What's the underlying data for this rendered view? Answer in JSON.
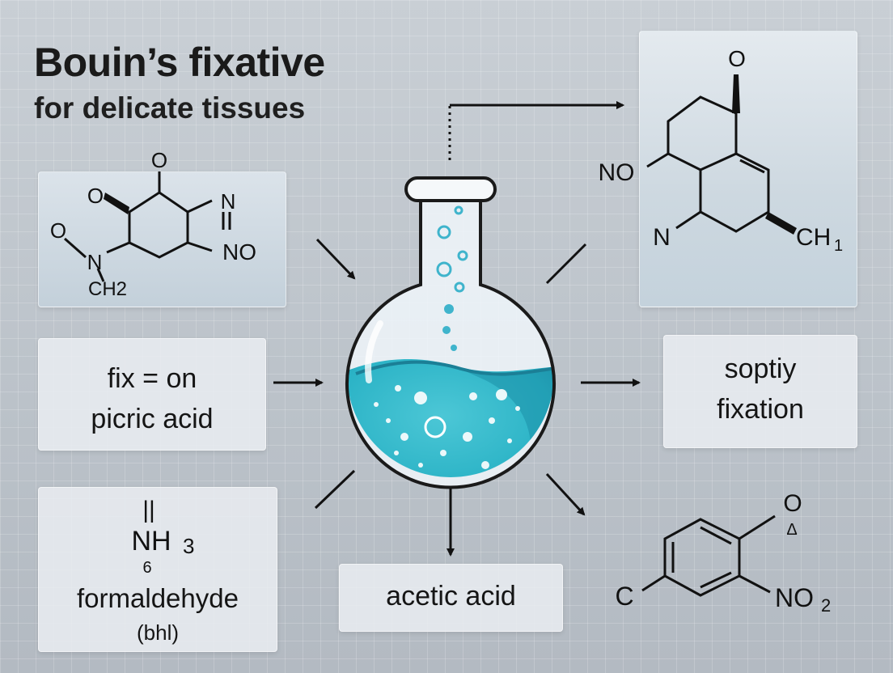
{
  "title": "Bouin’s fixative",
  "subtitle": "for delicate tissues",
  "left_structure": {
    "atoms": {
      "o_top": "O",
      "o_left": "O",
      "o_far": "O",
      "n_methyl": "N",
      "ch2": "CH2",
      "n_upper": "N",
      "eq": "=",
      "no": "NO"
    }
  },
  "right_structure": {
    "atoms": {
      "o_top": "O",
      "no": "NO",
      "n": "N",
      "ch": "CH",
      "ch_sub": "1"
    }
  },
  "left_card": {
    "line1": "fix = on",
    "line2": "picric acid"
  },
  "right_card": {
    "line1": "soptiy",
    "line2": "fixation"
  },
  "formaldehyde_card": {
    "bars": "||",
    "nh": "NH",
    "nh_sub": "3",
    "six": "6",
    "label": "formaldehyde",
    "paren": "(bhl)"
  },
  "acetic_card": {
    "label": "acetic acid"
  },
  "nitro_structure": {
    "atoms": {
      "o": "O",
      "triangle": "Δ",
      "c": "C",
      "no2": "NO",
      "no2_sub": "2"
    }
  },
  "colors": {
    "liquid": "#2bb3c6",
    "liquid_dark": "#1c8fa8",
    "glass_outline": "#1a1a1a",
    "bubble_fill": "#3fb4cc",
    "card_light": "#e8ecf0",
    "card_blue": "#c8d4dd"
  },
  "icons": [
    "round-bottom-flask-icon",
    "arrow-icon"
  ]
}
